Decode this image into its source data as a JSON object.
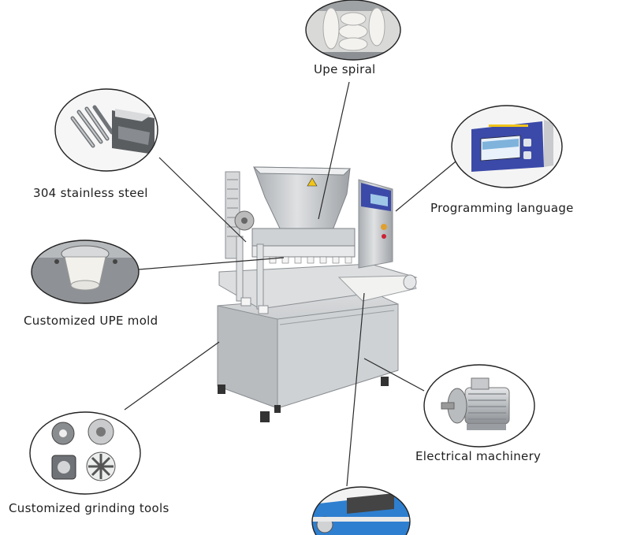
{
  "labels": {
    "upe_spiral": "Upe spiral",
    "stainless_steel": "304 stainless steel",
    "programming_language": "Programming language",
    "upe_mold": "Customized UPE mold",
    "electrical_machinery": "Electrical machinery",
    "grinding_tools": "Customized grinding tools"
  },
  "colors": {
    "steel": "#c9cccf",
    "steel_dark": "#8e9296",
    "panel_blue": "#3b4aa8",
    "belt": "#e8e8e6",
    "callout_outline": "#222222",
    "warning": "#f0c419"
  }
}
